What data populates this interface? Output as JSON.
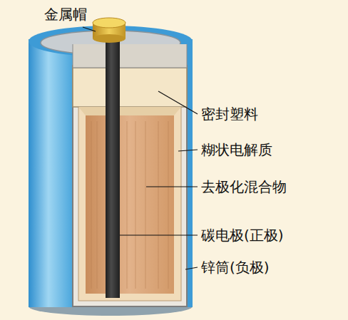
{
  "diagram": {
    "labels": [
      "金属帽",
      "密封塑料",
      "糊状电解质",
      "去极化混合物",
      "碳电极(正极)",
      "锌筒(负极)"
    ]
  }
}
